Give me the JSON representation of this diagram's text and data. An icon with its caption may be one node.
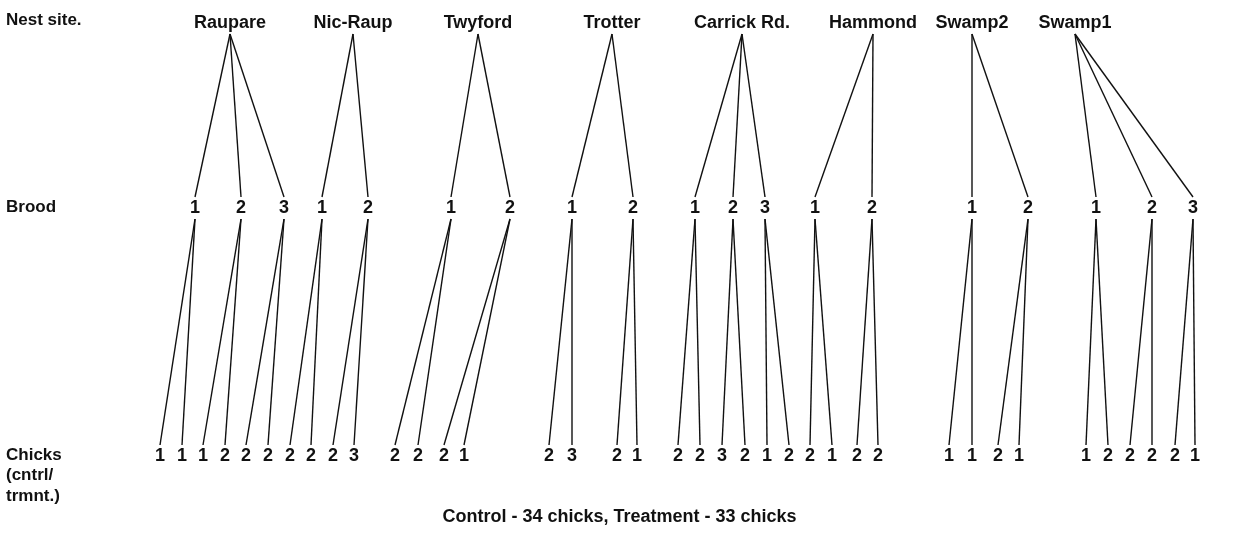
{
  "diagram": {
    "caption": "Control - 34 chicks, Treatment - 33 chicks",
    "nodes": [
      {
        "text": [
          "Raupare"
        ]
      },
      {
        "text": [
          "Nic-Raup"
        ]
      },
      {
        "text": [
          "Twyford"
        ]
      },
      {
        "text": [
          "Trotter"
        ]
      },
      {
        "text": [
          "Carrick Rd."
        ]
      },
      {
        "text": [
          "Hammond"
        ]
      },
      {
        "text": [
          "Swamp2"
        ]
      },
      {
        "text": [
          "Swamp1"
        ]
      },
      {
        "text": [
          "1"
        ]
      },
      {
        "text": [
          "2"
        ]
      },
      {
        "text": [
          "3"
        ]
      },
      {
        "text": [
          "1"
        ]
      },
      {
        "text": [
          "2"
        ]
      },
      {
        "text": [
          "1"
        ]
      },
      {
        "text": [
          "2"
        ]
      },
      {
        "text": [
          "1"
        ]
      },
      {
        "text": [
          "2"
        ]
      },
      {
        "text": [
          "1"
        ]
      },
      {
        "text": [
          "2"
        ]
      },
      {
        "text": [
          "3"
        ]
      },
      {
        "text": [
          "1"
        ]
      },
      {
        "text": [
          "2"
        ]
      },
      {
        "text": [
          "1"
        ]
      },
      {
        "text": [
          "2"
        ]
      },
      {
        "text": [
          "1"
        ]
      },
      {
        "text": [
          "2"
        ]
      },
      {
        "text": [
          "3"
        ]
      },
      {
        "text": [
          "1"
        ]
      },
      {
        "text": [
          "1"
        ]
      },
      {
        "text": [
          "1"
        ]
      },
      {
        "text": [
          "2"
        ]
      },
      {
        "text": [
          "2"
        ]
      },
      {
        "text": [
          "2"
        ]
      },
      {
        "text": [
          "2"
        ]
      },
      {
        "text": [
          "2"
        ]
      },
      {
        "text": [
          "2"
        ]
      },
      {
        "text": [
          "3"
        ]
      },
      {
        "text": [
          "2"
        ]
      },
      {
        "text": [
          "2"
        ]
      },
      {
        "text": [
          "2"
        ]
      },
      {
        "text": [
          "1"
        ]
      },
      {
        "text": [
          "2"
        ]
      },
      {
        "text": [
          "3"
        ]
      },
      {
        "text": [
          "2"
        ]
      },
      {
        "text": [
          "1"
        ]
      },
      {
        "text": [
          "2"
        ]
      },
      {
        "text": [
          "2"
        ]
      },
      {
        "text": [
          "3"
        ]
      },
      {
        "text": [
          "2"
        ]
      },
      {
        "text": [
          "1"
        ]
      },
      {
        "text": [
          "2"
        ]
      },
      {
        "text": [
          "2"
        ]
      },
      {
        "text": [
          "1"
        ]
      },
      {
        "text": [
          "2"
        ]
      },
      {
        "text": [
          "2"
        ]
      },
      {
        "text": [
          "1"
        ]
      },
      {
        "text": [
          "1"
        ]
      },
      {
        "text": [
          "2"
        ]
      },
      {
        "text": [
          "1"
        ]
      },
      {
        "text": [
          "1"
        ]
      },
      {
        "text": [
          "2"
        ]
      },
      {
        "text": [
          "2"
        ]
      },
      {
        "text": [
          "2"
        ]
      },
      {
        "text": [
          "2"
        ]
      },
      {
        "text": [
          "1"
        ]
      }
    ],
    "edges": [
      {
        "from": 0,
        "to": 8,
        "arrow": "none"
      },
      {
        "from": 0,
        "to": 9,
        "arrow": "none"
      },
      {
        "from": 0,
        "to": 10,
        "arrow": "none"
      },
      {
        "from": 1,
        "to": 11,
        "arrow": "none"
      },
      {
        "from": 1,
        "to": 12,
        "arrow": "none"
      },
      {
        "from": 2,
        "to": 13,
        "arrow": "none"
      },
      {
        "from": 2,
        "to": 14,
        "arrow": "none"
      },
      {
        "from": 3,
        "to": 15,
        "arrow": "none"
      },
      {
        "from": 3,
        "to": 16,
        "arrow": "none"
      },
      {
        "from": 4,
        "to": 17,
        "arrow": "none"
      },
      {
        "from": 4,
        "to": 18,
        "arrow": "none"
      },
      {
        "from": 4,
        "to": 19,
        "arrow": "none"
      },
      {
        "from": 5,
        "to": 20,
        "arrow": "none"
      },
      {
        "from": 5,
        "to": 21,
        "arrow": "none"
      },
      {
        "from": 6,
        "to": 22,
        "arrow": "none"
      },
      {
        "from": 6,
        "to": 23,
        "arrow": "none"
      },
      {
        "from": 7,
        "to": 24,
        "arrow": "none"
      },
      {
        "from": 7,
        "to": 25,
        "arrow": "none"
      },
      {
        "from": 7,
        "to": 26,
        "arrow": "none"
      },
      {
        "from": 8,
        "to": 27,
        "arrow": "none"
      },
      {
        "from": 8,
        "to": 28,
        "arrow": "none"
      },
      {
        "from": 9,
        "to": 29,
        "arrow": "none"
      },
      {
        "from": 9,
        "to": 30,
        "arrow": "none"
      },
      {
        "from": 10,
        "to": 31,
        "arrow": "none"
      },
      {
        "from": 10,
        "to": 32,
        "arrow": "none"
      },
      {
        "from": 11,
        "to": 33,
        "arrow": "none"
      },
      {
        "from": 11,
        "to": 34,
        "arrow": "none"
      },
      {
        "from": 12,
        "to": 35,
        "arrow": "none"
      },
      {
        "from": 12,
        "to": 36,
        "arrow": "none"
      },
      {
        "from": 13,
        "to": 37,
        "arrow": "none"
      },
      {
        "from": 13,
        "to": 38,
        "arrow": "none"
      },
      {
        "from": 14,
        "to": 39,
        "arrow": "none"
      },
      {
        "from": 14,
        "to": 40,
        "arrow": "none"
      },
      {
        "from": 15,
        "to": 41,
        "arrow": "none"
      },
      {
        "from": 15,
        "to": 42,
        "arrow": "none"
      },
      {
        "from": 16,
        "to": 43,
        "arrow": "none"
      },
      {
        "from": 16,
        "to": 44,
        "arrow": "none"
      },
      {
        "from": 17,
        "to": 45,
        "arrow": "none"
      },
      {
        "from": 17,
        "to": 46,
        "arrow": "none"
      },
      {
        "from": 18,
        "to": 47,
        "arrow": "none"
      },
      {
        "from": 18,
        "to": 48,
        "arrow": "none"
      },
      {
        "from": 19,
        "to": 49,
        "arrow": "none"
      },
      {
        "from": 19,
        "to": 50,
        "arrow": "none"
      },
      {
        "from": 20,
        "to": 51,
        "arrow": "none"
      },
      {
        "from": 20,
        "to": 52,
        "arrow": "none"
      },
      {
        "from": 21,
        "to": 53,
        "arrow": "none"
      },
      {
        "from": 21,
        "to": 54,
        "arrow": "none"
      },
      {
        "from": 22,
        "to": 55,
        "arrow": "none"
      },
      {
        "from": 22,
        "to": 56,
        "arrow": "none"
      },
      {
        "from": 23,
        "to": 57,
        "arrow": "none"
      },
      {
        "from": 23,
        "to": 58,
        "arrow": "none"
      },
      {
        "from": 24,
        "to": 59,
        "arrow": "none"
      },
      {
        "from": 24,
        "to": 60,
        "arrow": "none"
      },
      {
        "from": 25,
        "to": 61,
        "arrow": "none"
      },
      {
        "from": 25,
        "to": 62,
        "arrow": "none"
      },
      {
        "from": 26,
        "to": 63,
        "arrow": "none"
      },
      {
        "from": 26,
        "to": 64,
        "arrow": "none"
      }
    ],
    "labels": [
      "Nest site.",
      "Brood",
      "Chicks (cntrl/ trmnt.)"
    ]
  }
}
